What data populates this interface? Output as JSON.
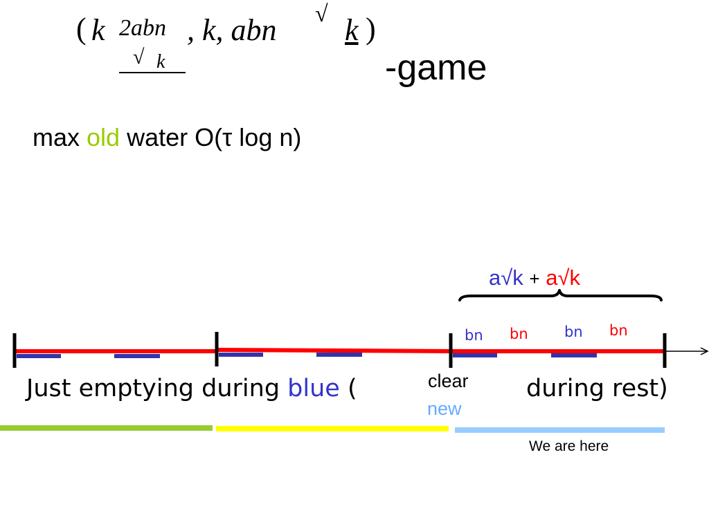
{
  "title": {
    "paren_open": "(",
    "frac_num": "2abn",
    "k_lead": "k",
    "radical": "√",
    "frac_den_k": "k",
    "middle": ", k, abn",
    "k_underlined": "k",
    "paren_close": ")",
    "suffix": "-game"
  },
  "subtitle": {
    "part1": "max ",
    "highlight": "old",
    "part2": " water O(τ log n)"
  },
  "brace_label": {
    "left": "a√k",
    "plus": "+",
    "right": "a√k"
  },
  "bn_labels": [
    "bn",
    "bn",
    "bn",
    "bn"
  ],
  "sentence": {
    "part1": "Just emptying during ",
    "blue_word": "blue",
    "open_paren": "(",
    "tail": "during rest)"
  },
  "overlay": {
    "clear": "clear",
    "new": "new"
  },
  "footer": "We are here",
  "colors": {
    "red": "#ff0000",
    "blue_segment": "#3333aa",
    "blue_text": "#3333cc",
    "green_text": "#99cc00",
    "green_bar": "#99cc33",
    "yellow_bar": "#ffff00",
    "light_blue_bar": "#99ccff",
    "light_blue_text": "#66aaff"
  }
}
